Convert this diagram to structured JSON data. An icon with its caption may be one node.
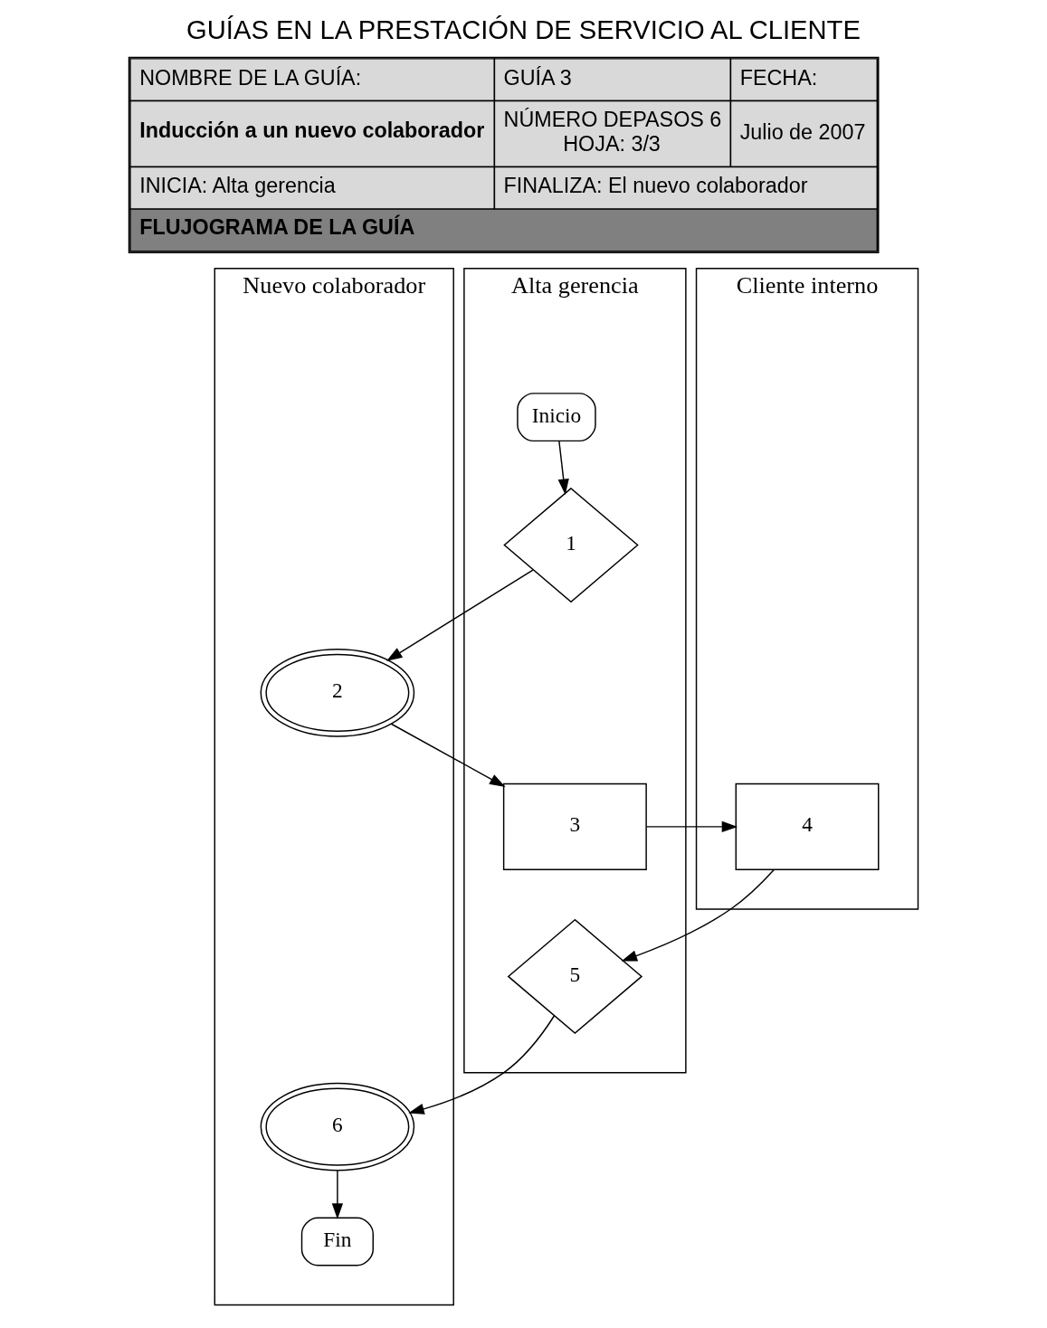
{
  "diagram": {
    "title": "GUÍAS EN LA PRESTACIÓN DE SERVICIO AL CLIENTE",
    "nodes": [
      {
        "text": [
          "Alta gerencia"
        ]
      },
      {
        "text": [
          "Nuevo colaborador"
        ]
      },
      {
        "text": [
          "Cliente interno"
        ]
      },
      {
        "text": [
          "Inicio"
        ],
        "in": 0
      },
      {
        "text": [
          "1"
        ],
        "in": 0
      },
      {
        "text": [
          "2"
        ],
        "in": 1
      },
      {
        "text": [
          "3"
        ],
        "in": 0
      },
      {
        "text": [
          "4"
        ],
        "in": 2
      },
      {
        "text": [
          "5"
        ],
        "in": 0
      },
      {
        "text": [
          "6"
        ],
        "in": 1
      },
      {
        "text": [
          "Fin"
        ],
        "in": 1
      }
    ],
    "edges": [
      {
        "from": 3,
        "to": 4,
        "arrow": "to"
      },
      {
        "from": 4,
        "to": 5,
        "arrow": "to"
      },
      {
        "from": 5,
        "to": 6,
        "arrow": "to"
      },
      {
        "from": 6,
        "to": 7,
        "arrow": "to"
      },
      {
        "from": 7,
        "to": 8,
        "arrow": "to"
      },
      {
        "from": 8,
        "to": 9,
        "arrow": "to"
      },
      {
        "from": 9,
        "to": 10,
        "arrow": "to"
      }
    ],
    "labels": [
      "NOMBRE DE LA GUÍA:",
      "GUÍA 3",
      "FECHA:",
      "Inducción a un nuevo colaborador",
      "NÚMERO DEPASOS 6",
      "Julio de 2007",
      "HOJA: 3/3",
      "INICIA: Alta gerencia",
      "FINALIZA: El nuevo colaborador",
      "FLUJOGRAMA DE LA GUÍA"
    ]
  }
}
